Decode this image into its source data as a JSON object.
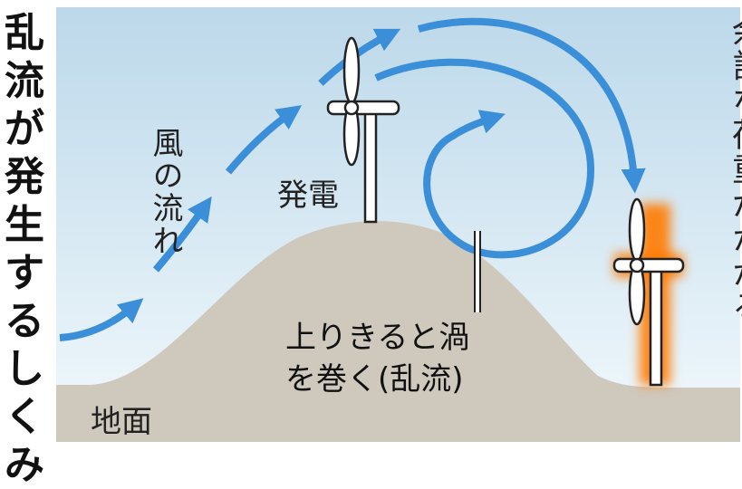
{
  "title": "乱流が発生するしくみ",
  "labels": {
    "wind_flow": "風の流れ",
    "power_generation": "発電",
    "turbulence": "上りきると渦を巻く(乱流)",
    "turbulence_line1": "上りきると渦",
    "turbulence_line2": "を巻く(乱流)",
    "extra_load": "余計な荷重がかかる",
    "ground": "地面"
  },
  "colors": {
    "sky_top": "#bcd8ea",
    "sky_bottom": "#eef7fb",
    "hill": "#cfc8bd",
    "arrow": "#3a8fd8",
    "glow": "#ff7a00",
    "tower": "#ffffff"
  }
}
